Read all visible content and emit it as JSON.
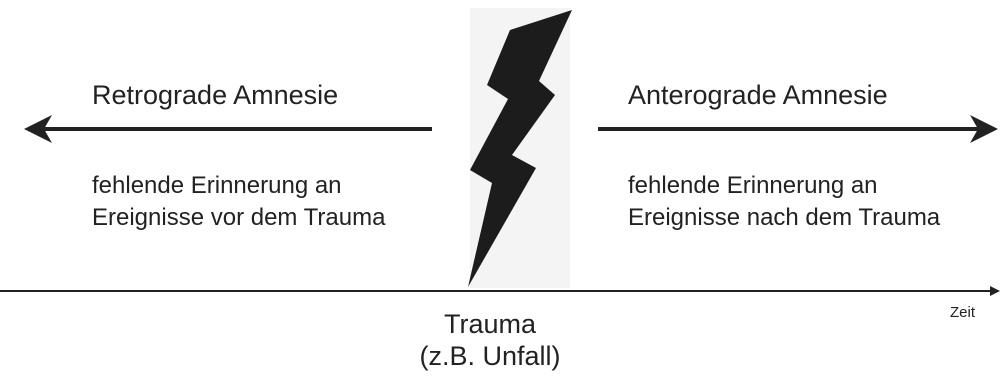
{
  "left": {
    "heading": "Retrograde Amnesie",
    "description_line1": "fehlende Erinnerung an",
    "description_line2": "Ereignisse vor dem Trauma"
  },
  "right": {
    "heading": "Anterograde Amnesie",
    "description_line1": "fehlende Erinnerung an",
    "description_line2": "Ereignisse nach dem Trauma"
  },
  "center": {
    "icon": "lightning-bolt-icon",
    "label_line1": "Trauma",
    "label_line2": "(z.B. Unfall)"
  },
  "axis": {
    "label": "Zeit"
  },
  "colors": {
    "ink": "#222222",
    "bolt_background": "#f4f4f4"
  }
}
